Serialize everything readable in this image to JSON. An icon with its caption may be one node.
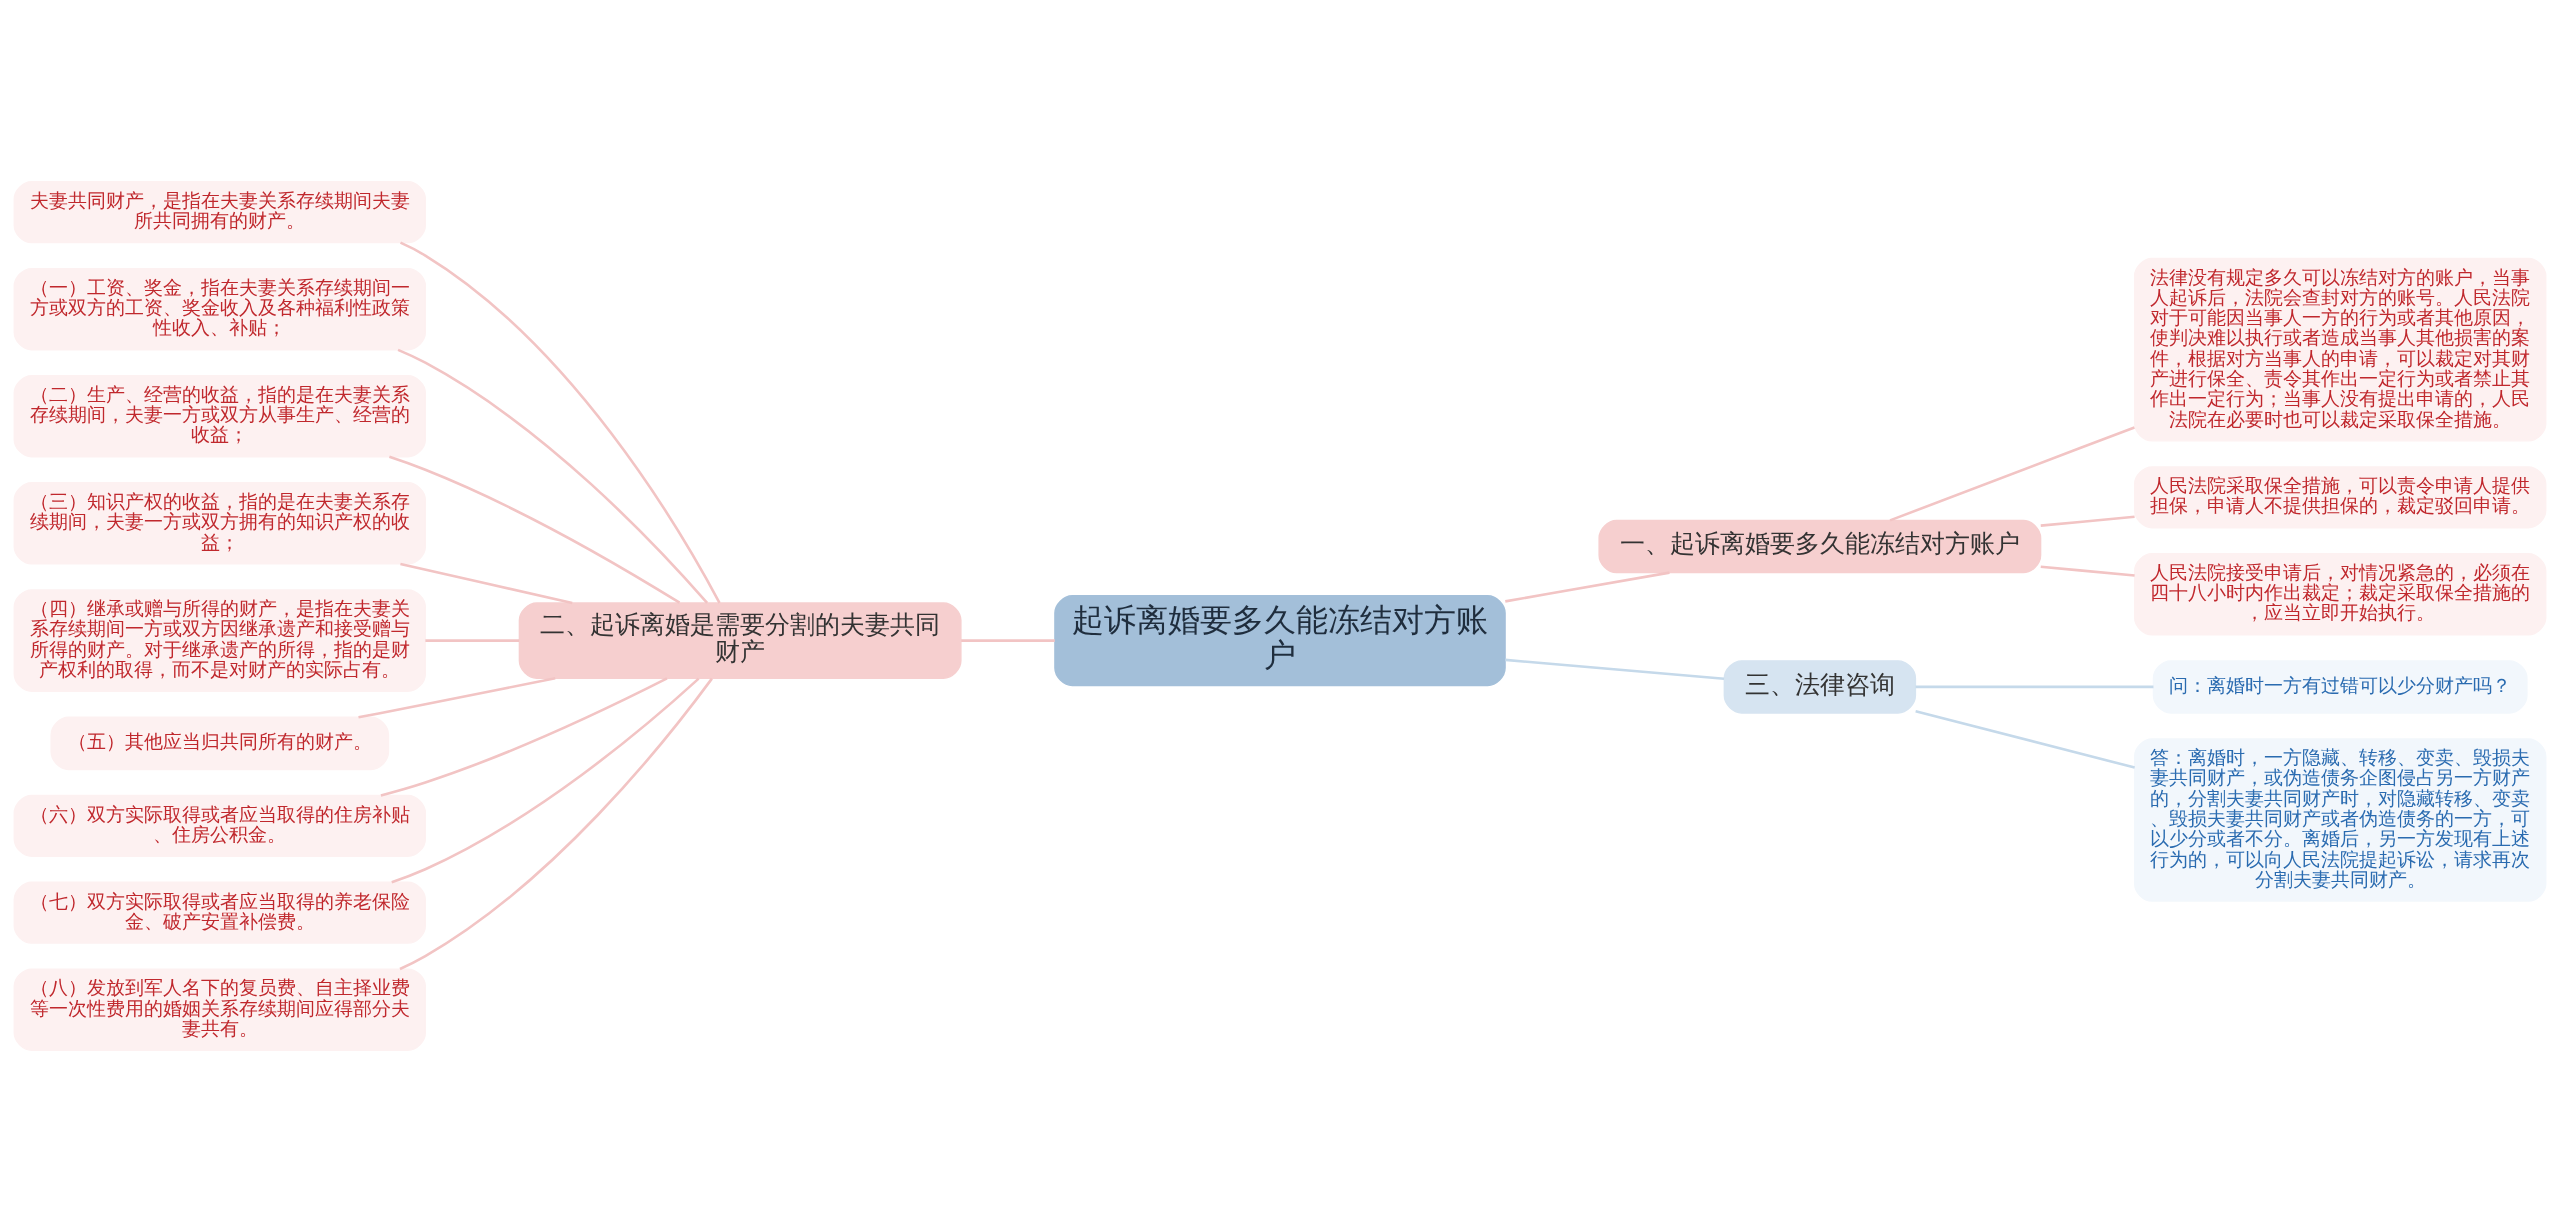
{
  "diagram": {
    "nodes": [
      {
        "text": [
          "起诉离婚要多久能冻结对方账户"
        ]
      },
      {
        "text": [
          "一、起诉离婚要多久能冻结对方账户"
        ]
      },
      {
        "text": [
          "法律没有规定多久可以冻结对方的账户，当事人起诉后，法院会查封对方的账号。人民法院对于可能因当事人一方的行为或者其他原因，使判决难以执行或者造成当事人其他损害的案件，根据对方当事人的申请，可以裁定对其财产进行保全、责令其作出一定行为或者禁止其作出一定行为；当事人没有提出申请的，人民法院在必要时也可以裁定采取保全措施。"
        ]
      },
      {
        "text": [
          "人民法院采取保全措施，可以责令申请人提供担保，申请人不提供担保的，裁定驳回申请。"
        ]
      },
      {
        "text": [
          "人民法院接受申请后，对情况紧急的，必须在四十八小时内作出裁定；裁定采取保全措施的，应当立即开始执行。"
        ]
      },
      {
        "text": [
          "三、法律咨询"
        ]
      },
      {
        "text": [
          "问：离婚时一方有过错可以少分财产吗？"
        ]
      },
      {
        "text": [
          "答：离婚时，一方隐藏、转移、变卖、毁损夫妻共同财产，或伪造债务企图侵占另一方财产的，分割夫妻共同财产时，对隐藏转移、变卖、毁损夫妻共同财产或者伪造债务的一方，可以少分或者不分。离婚后，另一方发现有上述行为的，可以向人民法院提起诉讼，请求再次分割夫妻共同财产。"
        ]
      },
      {
        "text": [
          "二、起诉离婚是需要分割的夫妻共同财产"
        ]
      },
      {
        "text": [
          "夫妻共同财产，是指在夫妻关系存续期间夫妻所共同拥有的财产。"
        ]
      },
      {
        "text": [
          "（一）工资、奖金，指在夫妻关系存续期间一方或双方的工资、奖金收入及各种福利性政策性收入、补贴；"
        ]
      },
      {
        "text": [
          "（二）生产、经营的收益，指的是在夫妻关系存续期间，夫妻一方或双方从事生产、经营的收益；"
        ]
      },
      {
        "text": [
          "（三）知识产权的收益，指的是在夫妻关系存续期间，夫妻一方或双方拥有的知识产权的收益；"
        ]
      },
      {
        "text": [
          "（四）继承或赠与所得的财产，是指在夫妻关系存续期间一方或双方因继承遗产和接受赠与所得的财产。对于继承遗产的所得，指的是财产权利的取得，而不是对财产的实际占有。"
        ]
      },
      {
        "text": [
          "（五）其他应当归共同所有的财产。"
        ]
      },
      {
        "text": [
          "（六）双方实际取得或者应当取得的住房补贴、住房公积金。"
        ]
      },
      {
        "text": [
          "（七）双方实际取得或者应当取得的养老保险金、破产安置补偿费。"
        ]
      },
      {
        "text": [
          "（八）发放到军人名下的复员费、自主择业费等一次性费用的婚姻关系存续期间应得部分夫妻共有。"
        ]
      }
    ],
    "edges": [
      {
        "from": 0,
        "to": 1,
        "arrow": "none"
      },
      {
        "from": 1,
        "to": 2,
        "arrow": "none"
      },
      {
        "from": 1,
        "to": 3,
        "arrow": "none"
      },
      {
        "from": 1,
        "to": 4,
        "arrow": "none"
      },
      {
        "from": 0,
        "to": 5,
        "arrow": "none",
        "color": "#c5d9ea"
      },
      {
        "from": 5,
        "to": 6,
        "arrow": "none",
        "color": "#c5d9ea"
      },
      {
        "from": 5,
        "to": 7,
        "arrow": "none",
        "color": "#c5d9ea"
      },
      {
        "from": 8,
        "to": 0,
        "arrow": "none"
      },
      {
        "from": 9,
        "to": 8,
        "arrow": "none"
      },
      {
        "from": 10,
        "to": 8,
        "arrow": "none"
      },
      {
        "from": 11,
        "to": 8,
        "arrow": "none"
      },
      {
        "from": 12,
        "to": 8,
        "arrow": "none"
      },
      {
        "from": 13,
        "to": 8,
        "arrow": "none"
      },
      {
        "from": 14,
        "to": 8,
        "arrow": "none"
      },
      {
        "from": 15,
        "to": 8,
        "arrow": "none"
      },
      {
        "from": 16,
        "to": 8,
        "arrow": "none"
      },
      {
        "from": 17,
        "to": 8,
        "arrow": "none"
      }
    ]
  }
}
